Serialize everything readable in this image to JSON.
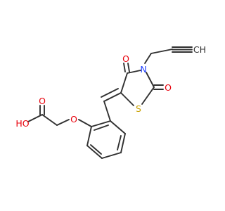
{
  "atoms": {
    "oxygen_ring_ketone": "O",
    "nitrogen": "N",
    "oxygen_ring_carbonyl": "O",
    "sulfur": "S",
    "oxygen_acid_carbonyl": "O",
    "hydroxyl": "HO",
    "oxygen_ether": "O",
    "alkyne_terminal": "CH"
  },
  "colors": {
    "bond": "#303030",
    "oxygen": "#e8000b",
    "nitrogen": "#2040ff",
    "sulfur": "#c8a000",
    "carbon": "#303030"
  }
}
